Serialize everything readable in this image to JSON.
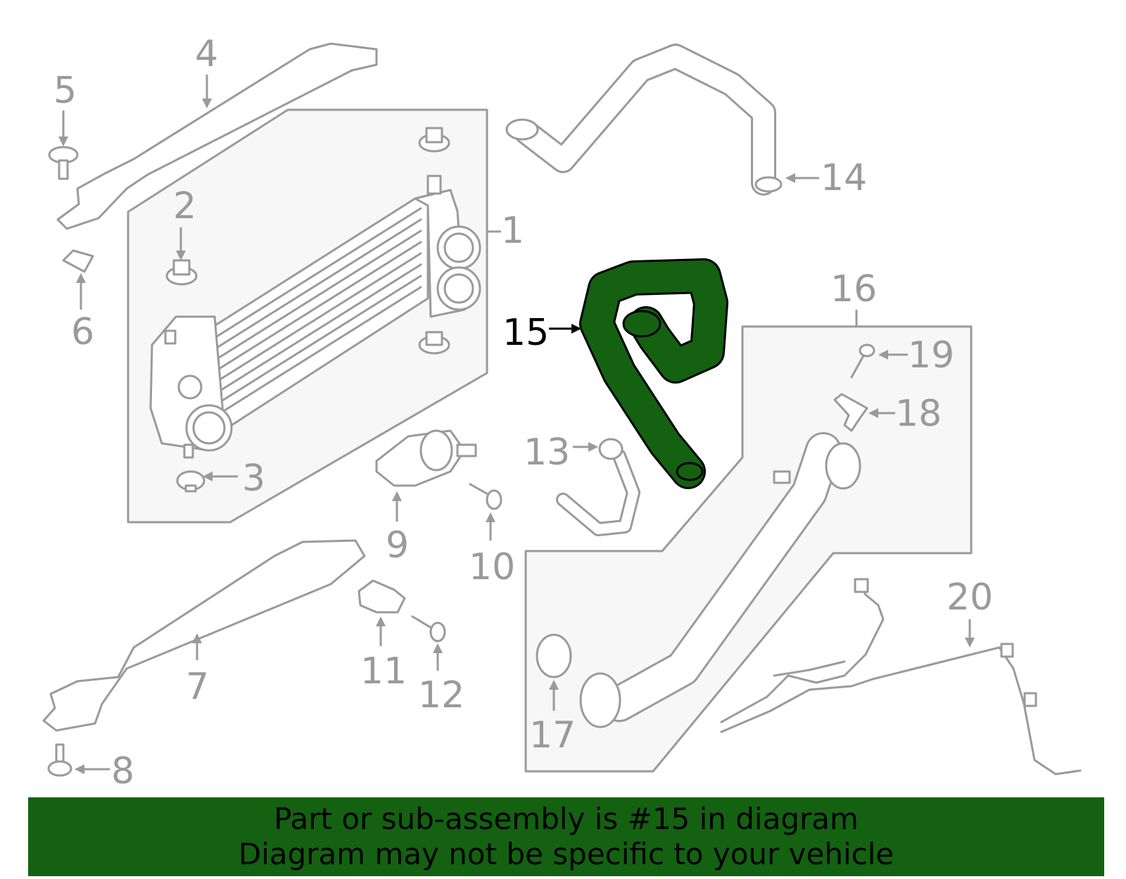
{
  "diagram": {
    "callouts": [
      "1",
      "2",
      "3",
      "4",
      "5",
      "6",
      "7",
      "8",
      "9",
      "10",
      "11",
      "12",
      "13",
      "14",
      "15",
      "16",
      "17",
      "18",
      "19",
      "20"
    ],
    "highlighted_part": "15"
  },
  "banner": {
    "line1": "Part or sub-assembly is #15 in diagram",
    "line2": "Diagram may not be specific to your vehicle"
  },
  "colors": {
    "highlight": "#146112",
    "banner": "#146112",
    "line_art": "#9a9a9a"
  }
}
